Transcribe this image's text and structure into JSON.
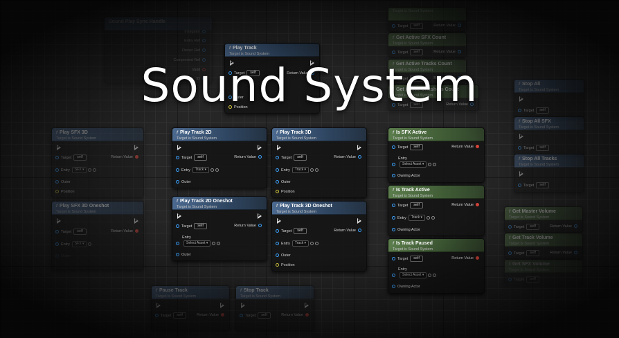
{
  "title": "Sound System",
  "subtitle": "Target is Sound System",
  "pins": {
    "target": "Target",
    "self": "self",
    "return_value": "Return Value",
    "entry": "Entry",
    "outer": "Outer",
    "position": "Position",
    "owning_actor": "Owning Actor",
    "select_asset": "Select Asset"
  },
  "bind_node": {
    "header": "Sound Play Sync Handle",
    "pins": [
      "Instigator",
      "Entry Ref",
      "Owner Ref",
      "Component Ref",
      "Valid",
      "ID"
    ]
  },
  "nodes": {
    "play_track": "Play Track",
    "play_sfx_3d": "Play SFX 3D",
    "play_track_2d": "Play Track 2D",
    "play_track_3d": "Play Track 3D",
    "play_sfx_3d_oneshot": "Play SFX 3D Oneshot",
    "play_track_2d_oneshot": "Play Track 2D Oneshot",
    "play_track_3d_oneshot": "Play Track 3D Oneshot",
    "pause_track": "Pause Track",
    "stop_track": "Stop Track",
    "is_sfx_active": "Is SFX Active",
    "is_track_active": "Is Track Active",
    "is_track_paused": "Is Track Paused",
    "get_active_sfx_count": "Get Active SFX Count",
    "get_active_tracks_count": "Get Active Tracks Count",
    "get_active_oneshots_count": "Get Active Oneshots Count",
    "stop_all": "Stop All",
    "stop_all_sfx": "Stop All SFX",
    "stop_all_tracks": "Stop All Tracks",
    "get_master_volume": "Get Master Volume",
    "get_track_volume": "Get Track Volume",
    "get_sfx_volume": "Get SFX Volume"
  },
  "entry_values": {
    "sfx": "SFX",
    "track": "Track"
  },
  "colors": {
    "function_header": "#4c6a90",
    "pure_header": "#5b7d4c",
    "object_pin": "#3da3ff",
    "bool_pin": "#d8443a",
    "vector_pin": "#d6c83e"
  }
}
